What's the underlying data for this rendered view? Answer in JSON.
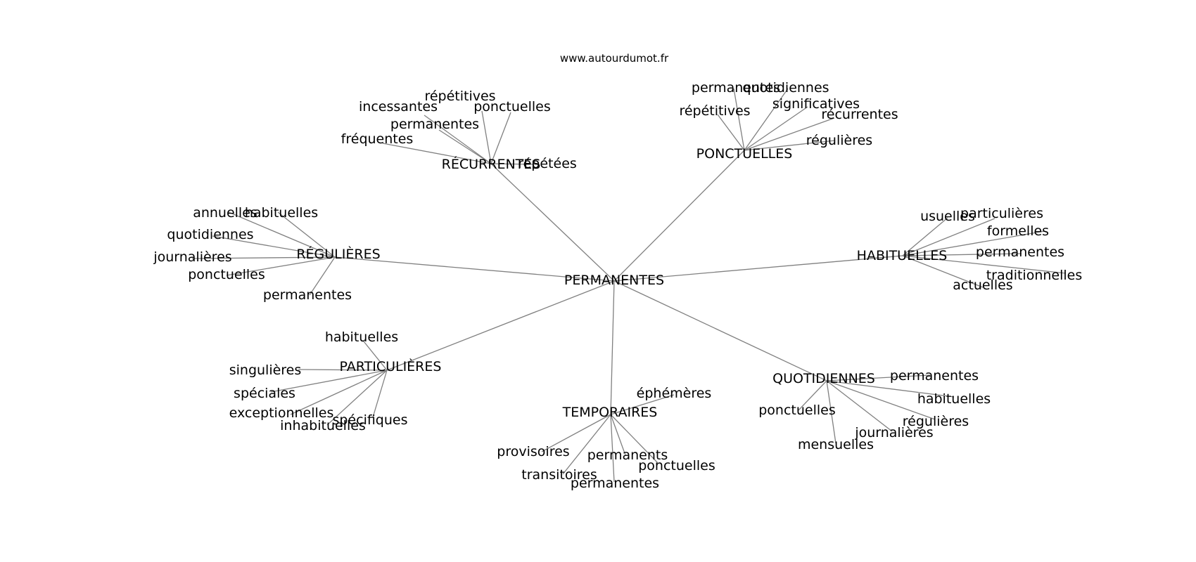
{
  "site": "www.autourdumot.fr",
  "center": "PERMANENTES",
  "hubs": [
    {
      "label": "RÉCURRENTES",
      "leaves": [
        "répétitives",
        "incessantes",
        "ponctuelles",
        "permanentes",
        "fréquentes",
        "répétées"
      ]
    },
    {
      "label": "PONCTUELLES",
      "leaves": [
        "permanentes",
        "quotidiennes",
        "répétitives",
        "significatives",
        "récurrentes",
        "régulières"
      ]
    },
    {
      "label": "RÉGULIÈRES",
      "leaves": [
        "annuelles",
        "habituelles",
        "quotidiennes",
        "journalières",
        "ponctuelles",
        "permanentes"
      ]
    },
    {
      "label": "HABITUELLES",
      "leaves": [
        "usuelles",
        "particulières",
        "formelles",
        "permanentes",
        "traditionnelles",
        "actuelles"
      ]
    },
    {
      "label": "PARTICULIÈRES",
      "leaves": [
        "habituelles",
        "singulières",
        "spéciales",
        "exceptionnelles",
        "inhabituelles",
        "spécifiques"
      ]
    },
    {
      "label": "TEMPORAIRES",
      "leaves": [
        "éphémères",
        "provisoires",
        "permanents",
        "ponctuelles",
        "transitoires",
        "permanentes"
      ]
    },
    {
      "label": "QUOTIDIENNES",
      "leaves": [
        "permanentes",
        "habituelles",
        "ponctuelles",
        "régulières",
        "journalières",
        "mensuelles"
      ]
    }
  ]
}
